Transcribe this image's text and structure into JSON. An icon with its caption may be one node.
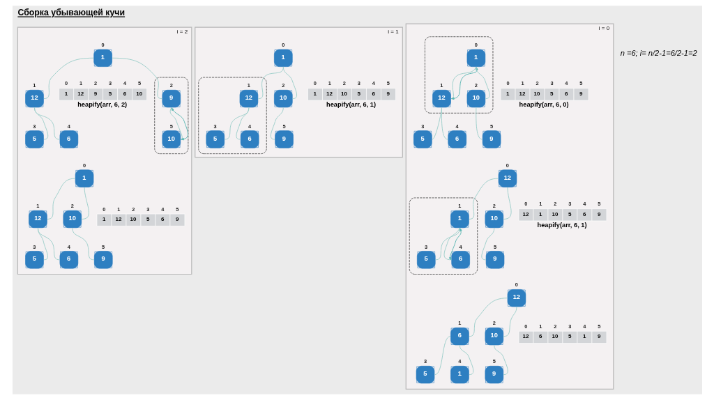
{
  "diagram": {
    "title": "Сборка убывающей кучи",
    "nodes": [
      {
        "text": [
          "i = 2"
        ]
      },
      {
        "text": [
          "1"
        ],
        "beside": [
          "0"
        ],
        "in": 0
      },
      {
        "text": [
          "12"
        ],
        "beside": [
          "1"
        ],
        "in": 0
      },
      {
        "text": [],
        "shape": "ellipse",
        "in": 0
      },
      {
        "text": [
          "9"
        ],
        "beside": [
          "2"
        ],
        "in": 3
      },
      {
        "text": [
          "5"
        ],
        "beside": [
          "3"
        ],
        "in": 0
      },
      {
        "text": [
          "6"
        ],
        "beside": [
          "4"
        ],
        "in": 0
      },
      {
        "text": [
          "10"
        ],
        "beside": [
          "5"
        ],
        "in": 3
      },
      {
        "text": [
          "1",
          "12",
          "9",
          "5",
          "6",
          "10"
        ],
        "beside": [
          "0",
          "1",
          "2",
          "3",
          "4",
          "5",
          "heapify(arr, 6, 2)"
        ],
        "in": 0
      },
      {
        "text": [
          "1"
        ],
        "beside": [
          "0"
        ],
        "in": 0
      },
      {
        "text": [
          "12"
        ],
        "beside": [
          "1"
        ],
        "in": 0
      },
      {
        "text": [
          "10"
        ],
        "beside": [
          "2"
        ],
        "in": 0
      },
      {
        "text": [
          "5"
        ],
        "beside": [
          "3"
        ],
        "in": 0
      },
      {
        "text": [
          "6"
        ],
        "beside": [
          "4"
        ],
        "in": 0
      },
      {
        "text": [
          "9"
        ],
        "beside": [
          "5"
        ],
        "in": 0
      },
      {
        "text": [
          "1",
          "12",
          "10",
          "5",
          "6",
          "9"
        ],
        "beside": [
          "0",
          "1",
          "2",
          "3",
          "4",
          "5"
        ],
        "in": 0
      },
      {
        "text": [
          "i = 1"
        ]
      },
      {
        "text": [
          "1"
        ],
        "beside": [
          "0"
        ],
        "in": 16
      },
      {
        "text": [],
        "shape": "ellipse",
        "in": 16
      },
      {
        "text": [
          "12"
        ],
        "beside": [
          "1"
        ],
        "in": 18
      },
      {
        "text": [
          "10"
        ],
        "beside": [
          "2"
        ],
        "in": 16
      },
      {
        "text": [
          "5"
        ],
        "beside": [
          "3"
        ],
        "in": 18
      },
      {
        "text": [
          "6"
        ],
        "beside": [
          "4"
        ],
        "in": 18
      },
      {
        "text": [
          "9"
        ],
        "beside": [
          "5"
        ],
        "in": 16
      },
      {
        "text": [
          "1",
          "12",
          "10",
          "5",
          "6",
          "9"
        ],
        "beside": [
          "0",
          "1",
          "2",
          "3",
          "4",
          "5",
          "heapify(arr, 6, 1)"
        ],
        "in": 16
      },
      {
        "text": [
          "i = 0"
        ]
      },
      {
        "text": [],
        "shape": "ellipse",
        "in": 25
      },
      {
        "text": [
          "1"
        ],
        "beside": [
          "0"
        ],
        "in": 26
      },
      {
        "text": [
          "12"
        ],
        "beside": [
          "1"
        ],
        "in": 26
      },
      {
        "text": [
          "10"
        ],
        "beside": [
          "2"
        ],
        "in": 26
      },
      {
        "text": [
          "5"
        ],
        "beside": [
          "3"
        ],
        "in": 25
      },
      {
        "text": [
          "6"
        ],
        "beside": [
          "4"
        ],
        "in": 25
      },
      {
        "text": [
          "9"
        ],
        "beside": [
          "5"
        ],
        "in": 25
      },
      {
        "text": [
          "1",
          "12",
          "10",
          "5",
          "6",
          "9"
        ],
        "beside": [
          "0",
          "1",
          "2",
          "3",
          "4",
          "5",
          "heapify(arr, 6, 0)"
        ],
        "in": 25
      },
      {
        "text": [
          "12"
        ],
        "beside": [
          "0"
        ],
        "in": 25
      },
      {
        "text": [],
        "shape": "ellipse",
        "in": 25
      },
      {
        "text": [
          "1"
        ],
        "beside": [
          "1"
        ],
        "in": 35
      },
      {
        "text": [
          "10"
        ],
        "beside": [
          "2"
        ],
        "in": 25
      },
      {
        "text": [
          "5"
        ],
        "beside": [
          "3"
        ],
        "in": 35
      },
      {
        "text": [
          "6"
        ],
        "beside": [
          "4"
        ],
        "in": 35
      },
      {
        "text": [
          "9"
        ],
        "beside": [
          "5"
        ],
        "in": 25
      },
      {
        "text": [
          "12",
          "1",
          "10",
          "5",
          "6",
          "9"
        ],
        "beside": [
          "0",
          "1",
          "2",
          "3",
          "4",
          "5",
          "heapify(arr, 6, 1)"
        ],
        "in": 25
      },
      {
        "text": [
          "12"
        ],
        "beside": [
          "0"
        ],
        "in": 25
      },
      {
        "text": [
          "6"
        ],
        "beside": [
          "1"
        ],
        "in": 25
      },
      {
        "text": [
          "10"
        ],
        "beside": [
          "2"
        ],
        "in": 25
      },
      {
        "text": [
          "5"
        ],
        "beside": [
          "3"
        ],
        "in": 25
      },
      {
        "text": [
          "1"
        ],
        "beside": [
          "4"
        ],
        "in": 25
      },
      {
        "text": [
          "9"
        ],
        "beside": [
          "5"
        ],
        "in": 25
      },
      {
        "text": [
          "12",
          "6",
          "10",
          "5",
          "1",
          "9"
        ],
        "beside": [
          "0",
          "1",
          "2",
          "3",
          "4",
          "5"
        ],
        "in": 25
      }
    ],
    "edges": [
      {
        "from": 1,
        "to": 2,
        "arrow": "none"
      },
      {
        "from": 1,
        "to": 4,
        "arrow": "none"
      },
      {
        "from": 2,
        "to": 5,
        "arrow": "none"
      },
      {
        "from": 2,
        "to": 6,
        "arrow": "none"
      },
      {
        "from": 4,
        "to": 7,
        "arrow": "none"
      },
      {
        "from": 4,
        "to": 7,
        "arrow": "both",
        "color": "#5fb8b4"
      },
      {
        "from": 9,
        "to": 10,
        "arrow": "none"
      },
      {
        "from": 9,
        "to": 11,
        "arrow": "none"
      },
      {
        "from": 10,
        "to": 12,
        "arrow": "none"
      },
      {
        "from": 10,
        "to": 13,
        "arrow": "none"
      },
      {
        "from": 11,
        "to": 14,
        "arrow": "none"
      },
      {
        "from": 17,
        "to": 19,
        "arrow": "none"
      },
      {
        "from": 17,
        "to": 20,
        "arrow": "none"
      },
      {
        "from": 19,
        "to": 21,
        "arrow": "none"
      },
      {
        "from": 19,
        "to": 22,
        "arrow": "none"
      },
      {
        "from": 20,
        "to": 23,
        "arrow": "none"
      },
      {
        "from": 27,
        "to": 28,
        "arrow": "none"
      },
      {
        "from": 27,
        "to": 29,
        "arrow": "none"
      },
      {
        "from": 28,
        "to": 30,
        "arrow": "none"
      },
      {
        "from": 28,
        "to": 31,
        "arrow": "none"
      },
      {
        "from": 29,
        "to": 32,
        "arrow": "none"
      },
      {
        "from": 27,
        "to": 28,
        "arrow": "both",
        "color": "#5fb8b4"
      },
      {
        "from": 34,
        "to": 36,
        "arrow": "none"
      },
      {
        "from": 34,
        "to": 37,
        "arrow": "none"
      },
      {
        "from": 36,
        "to": 38,
        "arrow": "none"
      },
      {
        "from": 36,
        "to": 39,
        "arrow": "none"
      },
      {
        "from": 37,
        "to": 40,
        "arrow": "none"
      },
      {
        "from": 36,
        "to": 39,
        "arrow": "both",
        "color": "#5fb8b4"
      },
      {
        "from": 42,
        "to": 43,
        "arrow": "none"
      },
      {
        "from": 42,
        "to": 44,
        "arrow": "none"
      },
      {
        "from": 43,
        "to": 45,
        "arrow": "none"
      },
      {
        "from": 43,
        "to": 46,
        "arrow": "none"
      },
      {
        "from": 44,
        "to": 47,
        "arrow": "none"
      }
    ],
    "labels": [
      "n =6; i= n/2-1=6/2-1=2"
    ]
  }
}
